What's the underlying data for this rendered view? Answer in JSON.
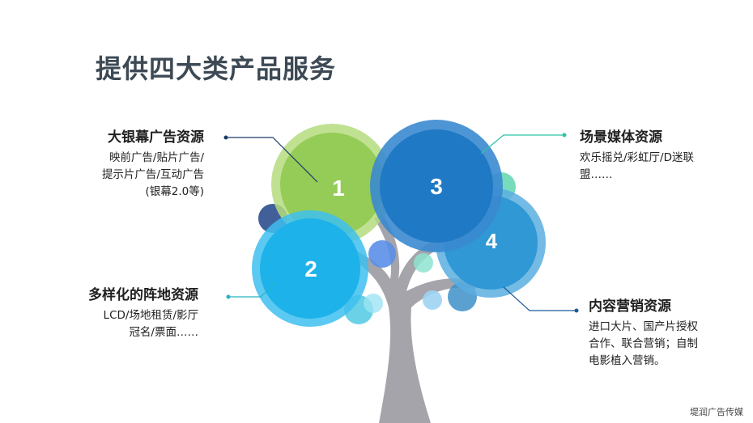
{
  "slide": {
    "title": "提供四大类产品服务",
    "watermark": "堤润广告传媒"
  },
  "services": [
    {
      "number": "1",
      "heading": "大银幕广告资源",
      "lines": [
        "映前广告/贴片广告/",
        "提示片广告/互动广告",
        "(银幕2.0等)"
      ],
      "color": "#9bd05b"
    },
    {
      "number": "2",
      "heading": "多样化的阵地资源",
      "lines": [
        "LCD/场地租赁/影厅",
        "冠名/票面……"
      ],
      "color": "#22b2ea"
    },
    {
      "number": "3",
      "heading": "场景媒体资源",
      "lines": [
        "欢乐摇兑/彩虹厅/D迷联",
        "盟……"
      ],
      "color": "#1f7bc6"
    },
    {
      "number": "4",
      "heading": "内容营销资源",
      "lines": [
        "进口大片、国产片授权",
        "合作、联合营销；自制",
        "电影植入营销。"
      ],
      "color": "#2f9ad6"
    }
  ],
  "colors": {
    "trunk": "#a4a4aa",
    "connector_1": "#1b3a6b",
    "connector_2": "#26b5c0",
    "connector_3": "#2ec3a5",
    "connector_4": "#1a5b9a"
  }
}
